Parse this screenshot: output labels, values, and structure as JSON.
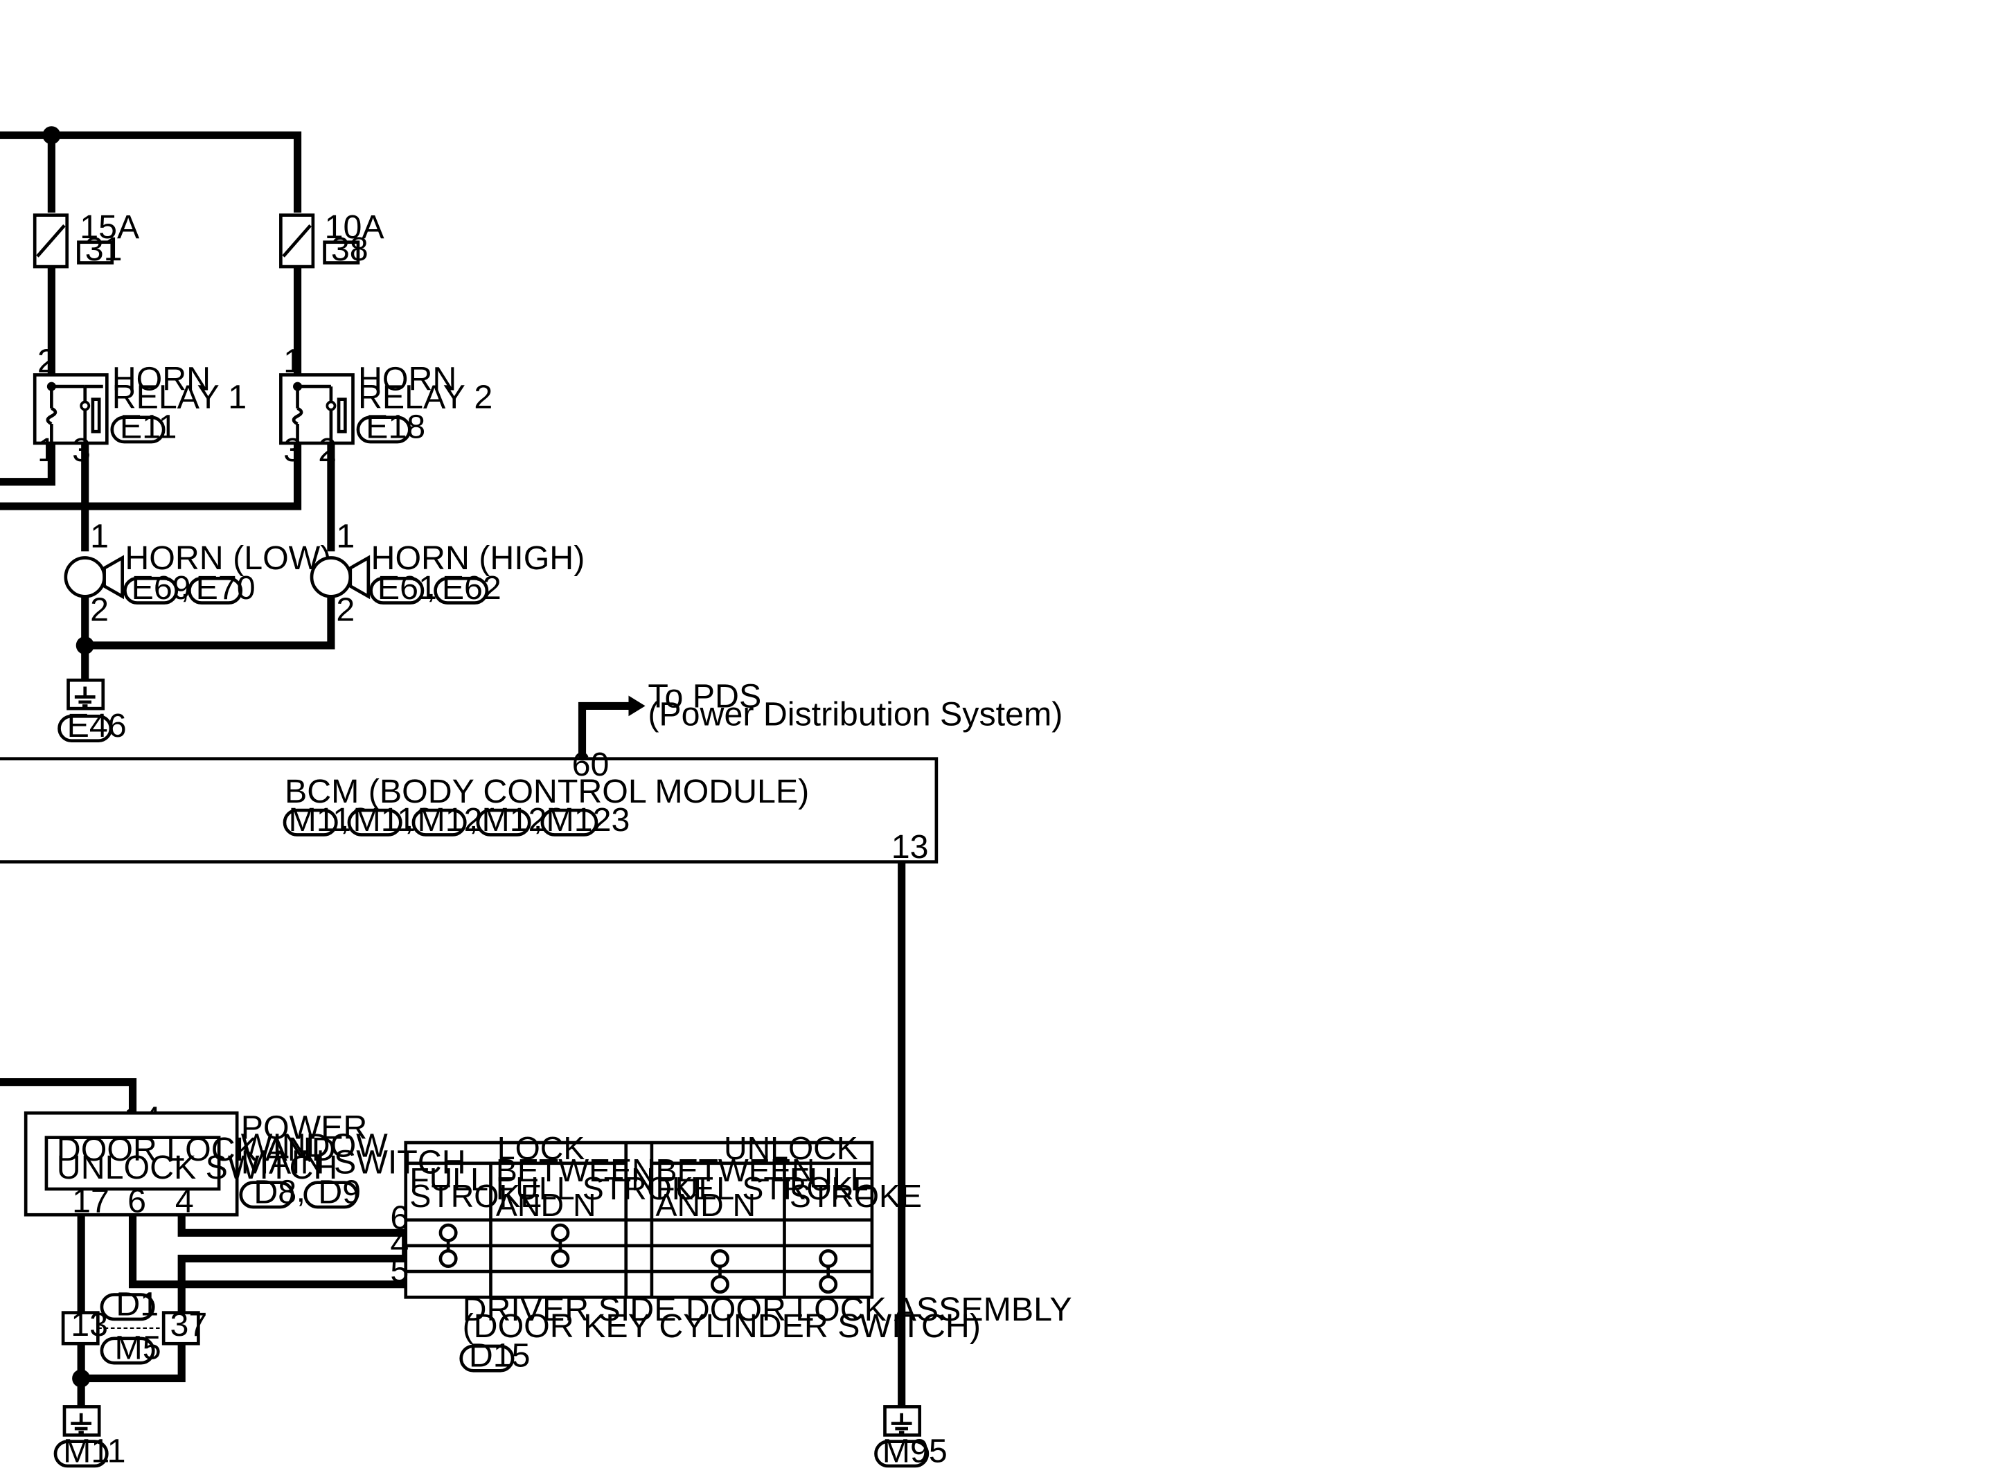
{
  "fuses": [
    {
      "rating": "15A",
      "number": "31"
    },
    {
      "rating": "10A",
      "number": "38"
    }
  ],
  "relays": [
    {
      "name_line1": "HORN",
      "name_line2": "RELAY 1",
      "connector": "E11",
      "pins": [
        "2",
        "1",
        "3"
      ]
    },
    {
      "name_line1": "HORN",
      "name_line2": "RELAY 2",
      "connector": "E18",
      "pins": [
        "1",
        "3",
        "2"
      ]
    }
  ],
  "horns": [
    {
      "name": "HORN (LOW)",
      "connectors": [
        "E69",
        "E70"
      ],
      "pins": [
        "1",
        "2"
      ]
    },
    {
      "name": "HORN (HIGH)",
      "connectors": [
        "E61",
        "E62"
      ],
      "pins": [
        "1",
        "2"
      ]
    }
  ],
  "grounds": [
    "E46",
    "M11",
    "M95"
  ],
  "pds": {
    "line1": "To PDS",
    "line2": "(Power Distribution System)"
  },
  "bcm": {
    "name": "BCM (BODY CONTROL MODULE)",
    "connectors": [
      "M118",
      "M119",
      "M121",
      "M122",
      "M123"
    ],
    "pins": [
      "60",
      "13"
    ]
  },
  "power_window": {
    "name_lines": [
      "POWER",
      "WINDOW",
      "MAIN SWITCH"
    ],
    "inner_lines": [
      "DOOR LOCK AND",
      "UNLOCK SWITCH"
    ],
    "connectors": [
      "D8",
      "D9"
    ],
    "pins": [
      "14",
      "17",
      "6",
      "4"
    ]
  },
  "joint": {
    "connectors": [
      "D1",
      "M5"
    ],
    "pins": [
      "13",
      "37"
    ]
  },
  "door_lock": {
    "name_line1": "DRIVER SIDE DOOR LOCK ASSEMBLY",
    "name_line2": "(DOOR KEY CYLINDER SWITCH)",
    "connector": "D15",
    "pins": [
      "6",
      "4",
      "5"
    ],
    "table": {
      "lock": "LOCK",
      "unlock": "UNLOCK",
      "n": "N",
      "full_stroke": [
        "FULL",
        "STROKE"
      ],
      "between": [
        "BETWEEN",
        "FULL STROKE",
        "AND N"
      ]
    }
  }
}
